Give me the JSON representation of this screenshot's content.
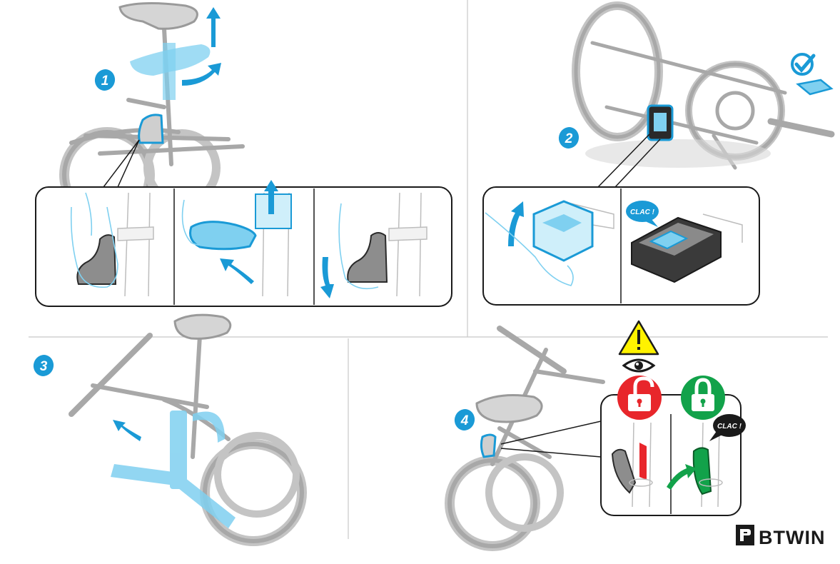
{
  "steps": [
    {
      "number": "1"
    },
    {
      "number": "2"
    },
    {
      "number": "3"
    },
    {
      "number": "4"
    }
  ],
  "sounds": {
    "clac_step2": "CLAC !",
    "clac_step4": "CLAC !"
  },
  "brand": {
    "name": "BTWIN",
    "logo_glyph": "B"
  },
  "icons": {
    "warning": "warning-triangle-icon",
    "eye": "eye-icon",
    "unlocked": "unlocked-padlock-icon",
    "locked": "locked-padlock-icon",
    "check": "checkmark-icon"
  },
  "colors": {
    "accent_blue": "#1a9ad6",
    "highlight_blue": "#7fd0f0",
    "bike_gray": "#c9c9c9",
    "bike_outline": "#9a9a9a",
    "warning_yellow": "#fff200",
    "unlock_red": "#e8262b",
    "lock_green": "#12a24a",
    "divider": "#c8c8c8"
  }
}
